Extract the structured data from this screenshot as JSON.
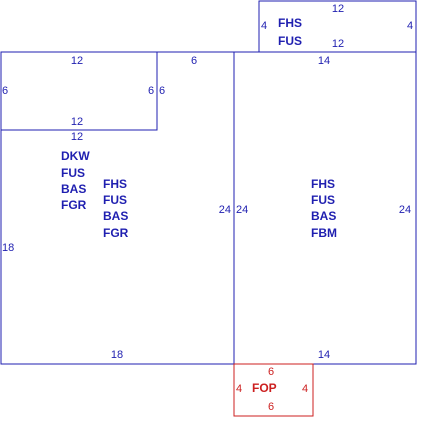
{
  "colors": {
    "line_main": "#1f1fb0",
    "line_porch": "#cc1f1f",
    "dimension_text": "#1f1fb0",
    "code_text": "#1f1fb0",
    "porch_code_text": "#cc1f1f",
    "background": "#ffffff"
  },
  "areas": {
    "top_right": {
      "dims": {
        "top": "12",
        "left": "4",
        "right": "4",
        "bottom": "12"
      },
      "codes": [
        "FHS",
        "FUS"
      ]
    },
    "upper_left": {
      "dims": {
        "top": "12",
        "left": "6",
        "right": "6",
        "bottom": "12"
      }
    },
    "main_left": {
      "dims": {
        "top": "6",
        "upper_left_side": "6",
        "right": "24",
        "bottom": "18",
        "left": "18"
      },
      "codes_a": [
        "DKW",
        "FUS",
        "BAS",
        "FGR"
      ],
      "codes_b": [
        "FHS",
        "FUS",
        "BAS",
        "FGR"
      ]
    },
    "main_right": {
      "dims": {
        "top": "14",
        "left": "24",
        "right": "24",
        "bottom": "14"
      },
      "codes": [
        "FHS",
        "FUS",
        "BAS",
        "FBM"
      ]
    },
    "porch": {
      "dims": {
        "top": "6",
        "left": "4",
        "right": "4",
        "bottom": "6"
      },
      "codes": [
        "FOP"
      ]
    }
  }
}
